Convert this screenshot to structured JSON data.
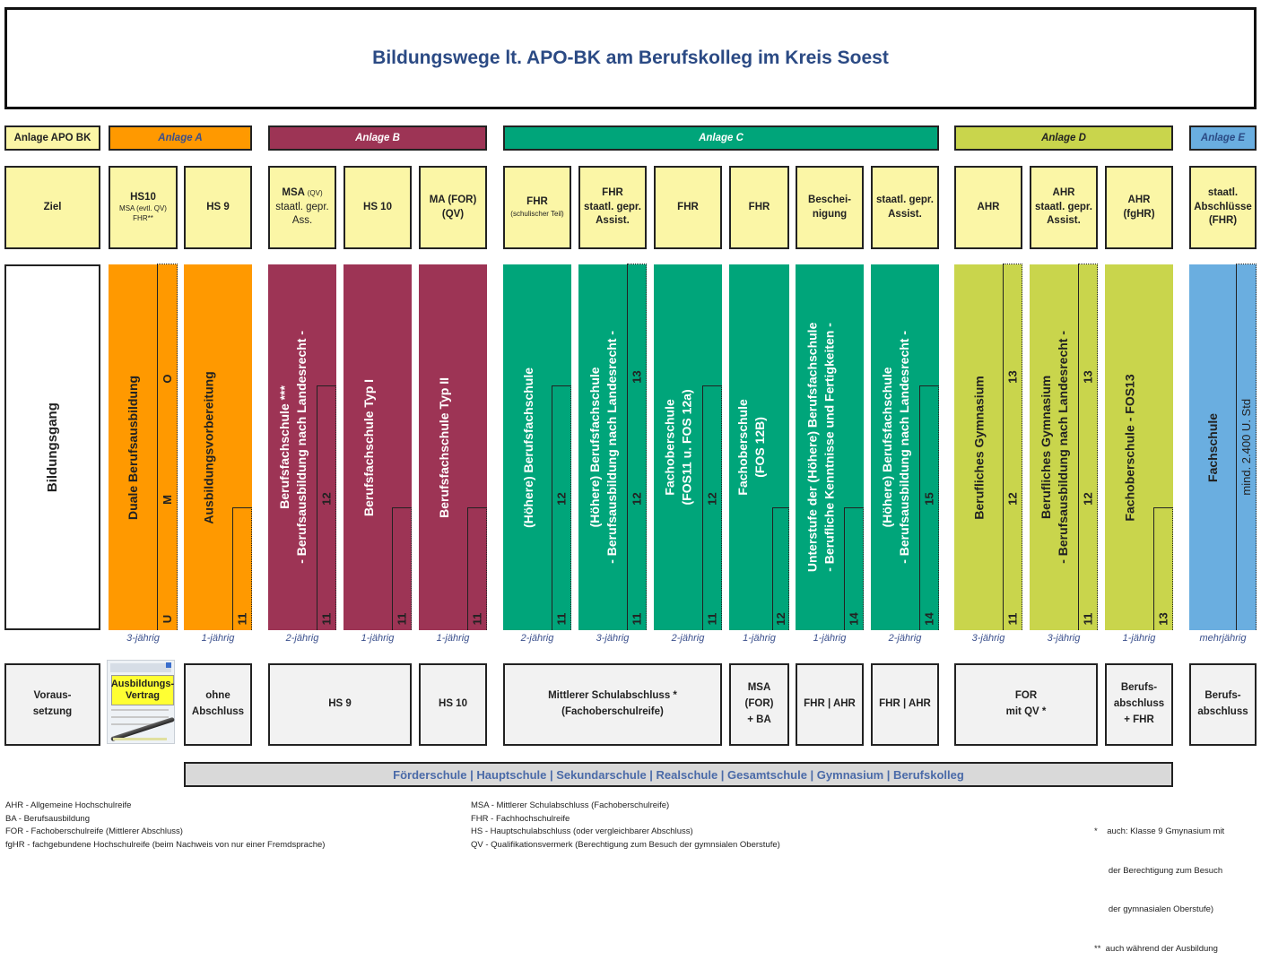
{
  "title": "Bildungswege lt. APO-BK am Berufskolleg im Kreis Soest",
  "colors": {
    "orange": "#ff9900",
    "maroon": "#9d3455",
    "green": "#00a57a",
    "lime": "#c9d54c",
    "blue": "#6aaee0",
    "goal_bg": "#fbf6a6",
    "title": "#2b4a84",
    "duration": "#3a4f8c",
    "schools_text": "#4a6aa8"
  },
  "headers": {
    "apo": "Anlage APO BK",
    "a": "Anlage A",
    "b": "Anlage B",
    "c": "Anlage C",
    "d": "Anlage D",
    "e": "Anlage E"
  },
  "row_labels": {
    "ziel": "Ziel",
    "bildungsgang": "Bildungsgang",
    "voraussetzung": "Voraus-\nsetzung"
  },
  "goals": {
    "hs10_title": "HS10",
    "hs10_sub1": "MSA (evtl. QV)",
    "hs10_sub2": "FHR**",
    "hs9": "HS 9",
    "msa_1": "MSA",
    "msa_qv": "(QV)",
    "msa_2": "staatl. gepr.\nAss.",
    "hs10": "HS 10",
    "ma": "MA (FOR)\n(QV)",
    "fhr1_title": "FHR",
    "fhr1_sub": "(schulischer Teil)",
    "fhr2": "FHR\nstaatl. gepr.\nAssist.",
    "fhr3": "FHR",
    "fhr4": "FHR",
    "besch": "Beschei-\nnigung",
    "staatl": "staatl. gepr.\nAssist.",
    "ahr1": "AHR",
    "ahr2": "AHR\nstaatl. gepr.\nAssist.",
    "ahr3": "AHR\n(fgHR)",
    "fachschule": "staatl.\nAbschlüsse\n(FHR)"
  },
  "programs": {
    "dual": "Duale Berufsausbildung",
    "abv": "Ausbildungsvorbereitung",
    "bfs1": "Berufsfachschule ***\n- Berufsausbildung nach Landesrecht -",
    "bfs_t1": "Berufsfachschule Typ I",
    "bfs_t2": "Berufsfachschule Typ II",
    "hbfs": "(Höhere) Berufsfachschule",
    "hbfs_lr": "(Höhere) Berufsfachschule\n- Berufsausbildung nach Landesrecht -",
    "fos11": "Fachoberschule\n(FOS11 u. FOS 12a)",
    "fos12b": "Fachoberschule\n(FOS 12B)",
    "unterstufe": "Unterstufe der (Höhere) Berufsfachschule\n- Berufliche Kenntnisse und Fertigkeiten -",
    "hbfs_lr2": "(Höhere) Berufsfachschule\n- Berufsausbildung nach Landesrecht -",
    "bg": "Berufliches Gymnasium",
    "bg_lr": "Berufliches Gymnasium\n- Berufsausbildung nach Landesrecht -",
    "fos13": "Fachoberschule - FOS13",
    "fs": "Fachschule",
    "fs_std": "mind. 2.400 U. Std"
  },
  "grades": {
    "u": "U",
    "m": "M",
    "o": "O",
    "g11": "11",
    "g12": "12",
    "g13": "13",
    "g14": "14",
    "g15": "15"
  },
  "durations": {
    "j3": "3-jährig",
    "j1": "1-jährig",
    "j2": "2-jährig",
    "mehr": "mehrjährig"
  },
  "prereqs": {
    "contract_1": "Ausbildungs-",
    "contract_2": "Vertrag",
    "ohne": "ohne\nAbschluss",
    "hs9": "HS 9",
    "hs10": "HS 10",
    "msa": "Mittlerer Schulabschluss *\n(Fachoberschulreife)",
    "msa_for_ba": "MSA\n(FOR)\n+ BA",
    "fhr_ahr": "FHR | AHR",
    "for_qv": "FOR\nmit QV *",
    "ba_fhr": "Berufs-\nabschluss\n+ FHR",
    "ba": "Berufs-\nabschluss"
  },
  "schools": "Förderschule | Hauptschule | Sekundarschule | Realschule | Gesamtschule | Gymnasium | Berufskolleg",
  "legend": {
    "left": [
      "AHR - Allgemeine Hochschulreife",
      "BA - Berufsausbildung",
      "FOR - Fachoberschulreife (Mittlerer Abschluss)",
      "fgHR - fachgebundene Hochschulreife (beim Nachweis von nur einer Fremdsprache)"
    ],
    "mid": [
      "MSA - Mittlerer Schulabschluss (Fachoberschulreife)",
      "FHR - Fachhochschulreife",
      "HS - Hauptschulabschluss (oder vergleichbarer Abschluss)",
      "QV - Qualifikationsvermerk (Berechtigung zum Besuch der gymnsialen Oberstufe)"
    ],
    "right": [
      "*    auch: Klasse 9 Gmynasium mit",
      "      der Berechtigung zum Besuch",
      "      der gymnasialen Oberstufe)",
      "**  auch während der Ausbildung"
    ]
  }
}
